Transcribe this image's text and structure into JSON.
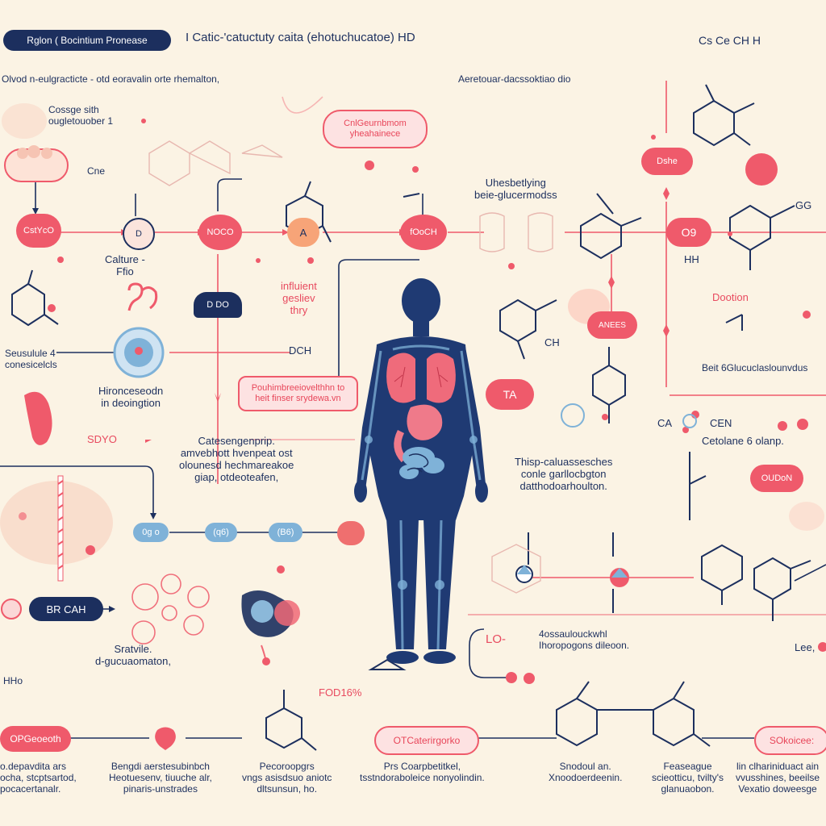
{
  "header": {
    "badge": "Rglon ( Bocintium Pronease",
    "title": "I  Catic-'catuctuty caita (ehotuchucatoe)  HD",
    "top_right": "Cs  Ce  CH  H",
    "subtitle_left": "Olvod n-eulgracticte - otd eoravalin orte rhemalton,",
    "subtitle_right": "Aeretouar-dacssoktiao dio"
  },
  "labels": {
    "cossge": "Cossge sith\nougletouober 1",
    "cne": "Cne",
    "calture": "Calture -\nFfio",
    "influient": "influient\ngesliev\nthry",
    "seusulule": "Seusulule 4\nconesicelcls",
    "hironceseodn": "Hironceseodn\nin deoingtion",
    "uhesbetlying": "Uhesbetlying\nbeie-glucermodss",
    "beit_glu": "Beit 6Glucuclaslounvdus",
    "dootion": "Dootion",
    "cateseng": "Catesengenprip.\namvebhott hvenpeat ost\nolounesd hechmareakoe\ngiap, otdeoteafen,",
    "thisp": "Thisp-caluassesches\nconle garllocbgton\ndatthodoarhoulton.",
    "cetolane": "Cetolane 6 olanp.",
    "sratvile": "Sratvile.\nd-gucuaomaton,",
    "hhho": "HHo",
    "lo": "LO-",
    "lo_desc": "4ossaulouckwhl\nIhoropogons dileoon.",
    "fodi": "FOD16%",
    "lee": "Lee,",
    "cen": "CEN",
    "ca": "CA",
    "hhl": "HH",
    "gg": "GG"
  },
  "nodes": {
    "cstyco": "CstYcO",
    "d": "D",
    "noco": "NOCO",
    "a": "A",
    "fooch": "fOoCH",
    "o9": "O9",
    "dshe": "Dshe",
    "ddo": "D DO",
    "dch": "DCH",
    "ta": "TA",
    "aes": "ANEES",
    "oudon": "OUDoN",
    "sdyo": "SDYO",
    "ogo": "0g o",
    "qg": "(q6)",
    "bs": "(B6)",
    "brcah": "BR CAH",
    "ch_left": "CH"
  },
  "pills": {
    "calc": "CnlGeurnbmom\nyheahainece",
    "pouh": "Pouhimbreeiovelthhn to\nheit finser srydewa.vn",
    "opge": "OPGeoeoth",
    "otc": "OTCaterirgorko",
    "sok": "SOkoicee:"
  },
  "bottom": [
    {
      "text": "o.depavdita ars\nocha, stcptsartod,\npocacertanalr.",
      "color": "navy"
    },
    {
      "text": "Bengdi aerstesubinbch\nHeotuesenv, tiuuche alr,\npinaris-unstrades",
      "color": "navy"
    },
    {
      "text": "Pecoroopgrs\nvngs asisdsuo aniotc\ndltsunsun, ho.",
      "color": "navy"
    },
    {
      "text": "Prs Coarpbetitkel,\ntsstndoraboleice nonyolindin.",
      "color": "navy"
    },
    {
      "text": "Snodoul an.\nXnoodoerdeenin.",
      "color": "navy"
    },
    {
      "text": "Feaseague\nscieotticu, tvilty's\nglanuaobon.",
      "color": "navy"
    },
    {
      "text": "lin clhariniduact ain\nvvusshines, beeilse\nVexatio doweesge",
      "color": "navy"
    }
  ],
  "colors": {
    "background": "#fbf3e4",
    "navy": "#1c2f5e",
    "red": "#ef5a6b",
    "pink": "#f7a9a8",
    "blue": "#7fb2d8"
  }
}
